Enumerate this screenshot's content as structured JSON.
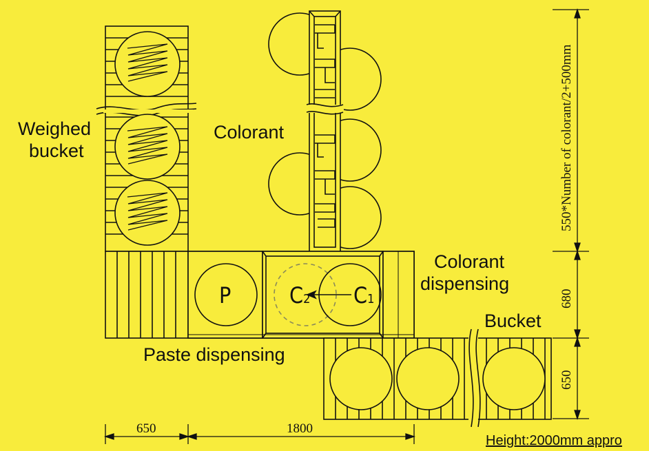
{
  "labels": {
    "weighed_bucket": [
      "Weighed",
      "bucket"
    ],
    "colorant": "Colorant",
    "colorant_dispensing": [
      "Colorant",
      "dispensing"
    ],
    "bucket": "Bucket",
    "paste_dispensing": "Paste dispensing",
    "height_note": "Height:2000mm appro"
  },
  "stations": {
    "paste": "P",
    "c2": "C",
    "c2_sub": "2",
    "c1": "C",
    "c1_sub": "1"
  },
  "dimensions": {
    "bottom_left": "650",
    "bottom_mid": "1800",
    "right_top": "550*Number of colorant/2+500mm",
    "right_mid": "680",
    "right_bottom": "650"
  },
  "colors": {
    "background": "#f8ec3c",
    "line": "#111111",
    "dashed_circle": "#8a8a5a"
  }
}
